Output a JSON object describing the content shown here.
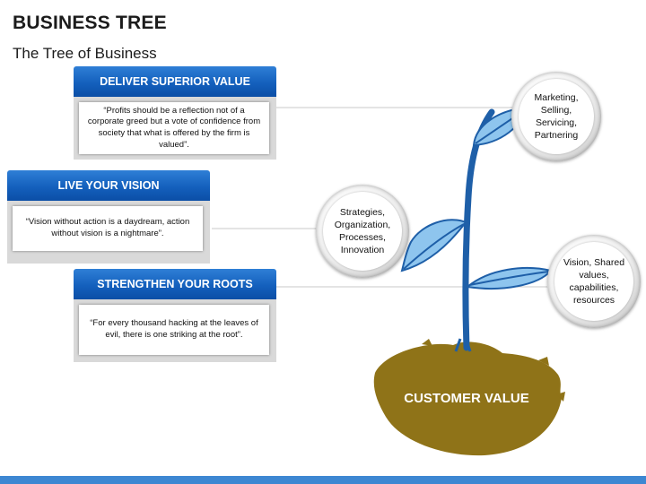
{
  "title": "BUSINESS TREE",
  "subtitle": "The Tree of Business",
  "panels": [
    {
      "header": "DELIVER SUPERIOR VALUE",
      "quote": "“Profits should be a reflection not of a corporate greed but a vote of confidence from society that what is offered by the firm is valued”."
    },
    {
      "header": "LIVE YOUR VISION",
      "quote": "“Vision without action is a daydream, action without vision is a nightmare”."
    },
    {
      "header": "STRENGTHEN YOUR ROOTS",
      "quote": "“For every thousand hacking at the leaves of evil, there is one striking at the root”."
    }
  ],
  "circles": [
    {
      "lines": [
        "Marketing,",
        "Selling,",
        "Servicing,",
        "Partnering"
      ]
    },
    {
      "lines": [
        "Strategies,",
        "Organization,",
        "Processes,",
        "Innovation"
      ]
    },
    {
      "lines": [
        "Vision, Shared",
        "values,",
        "capabilities,",
        "resources"
      ]
    }
  ],
  "base_label": "CUSTOMER VALUE",
  "colors": {
    "header_blue": "#1460bd",
    "panel_gray": "#d9d9d9",
    "stem_blue": "#1e5fa8",
    "leaf_blue": "#8ec5ee",
    "soil_brown": "#8f7318"
  }
}
